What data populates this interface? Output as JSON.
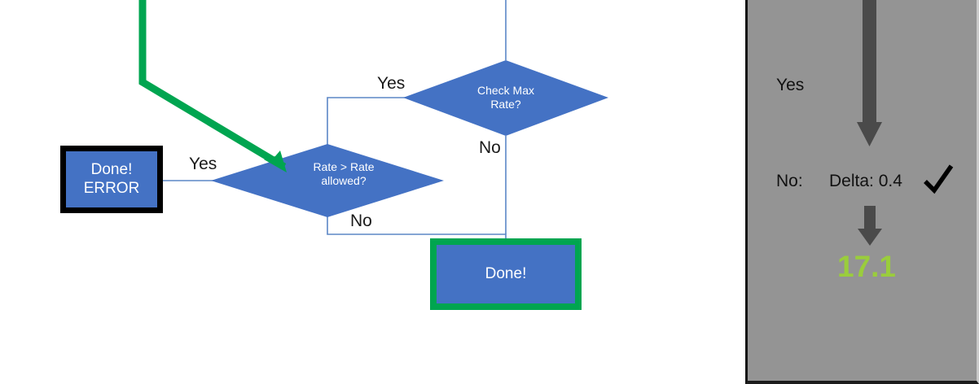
{
  "diagram": {
    "type": "flowchart",
    "background": "#ffffff",
    "colors": {
      "node_fill": "#4472C4",
      "node_text": "#ffffff",
      "connector": "#5B87C6",
      "highlight_green": "#00A550",
      "error_border": "#000000",
      "panel_background": "#949494",
      "panel_arrow": "#4A4A4A",
      "value_green": "#9ACD3C"
    },
    "nodes": [
      {
        "id": "check-max-rate",
        "shape": "diamond",
        "label": "Check Max\nRate?",
        "line1": "Check Max",
        "line2": "Rate?"
      },
      {
        "id": "rate-gt-rate-allowed",
        "shape": "diamond",
        "label": "Rate > Rate\nallowed?",
        "line1": "Rate > Rate",
        "line2": "allowed?"
      },
      {
        "id": "done-error",
        "shape": "rectangle",
        "label": "Done!\nERROR",
        "line1": "Done!",
        "line2": "ERROR",
        "border": "#000000"
      },
      {
        "id": "done",
        "shape": "rectangle",
        "label": "Done!",
        "line1": "Done!",
        "border": "#00A550"
      }
    ],
    "edge_labels": {
      "yes_top": "Yes",
      "no_right": "No",
      "yes_left": "Yes",
      "no_bottom": "No"
    }
  },
  "panel": {
    "branch_yes": "Yes",
    "branch_no": "No:",
    "delta": "Delta: 0.4",
    "check_mark": "✓",
    "result_value": "17.1"
  }
}
